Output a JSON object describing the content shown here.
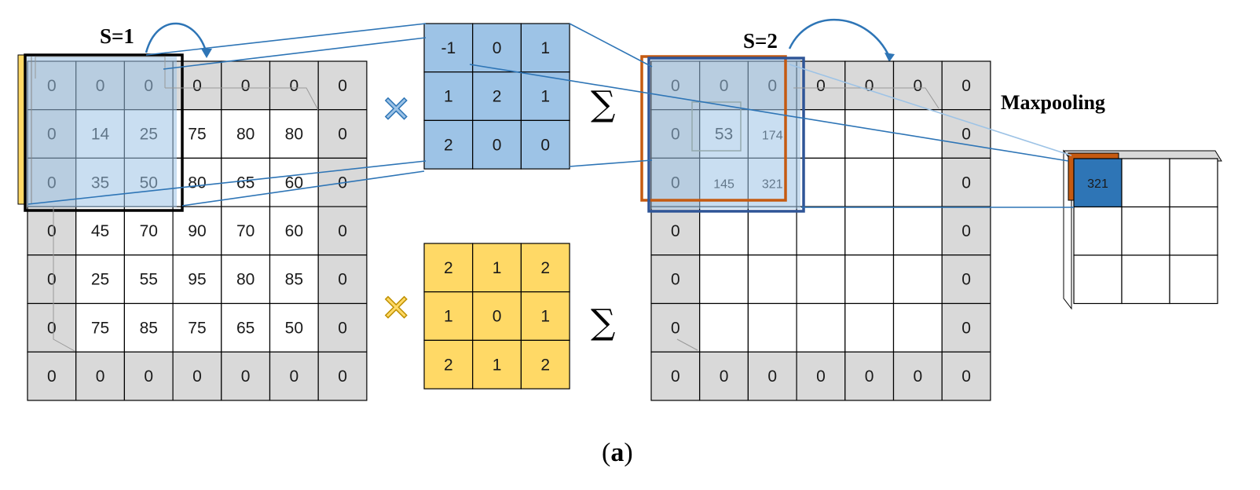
{
  "stride_labels": {
    "left": "S=1",
    "right": "S=2"
  },
  "maxpooling_label": "Maxpooling",
  "caption": {
    "open": "(",
    "letter": "a",
    "close": ")"
  },
  "sum_symbol": "∑",
  "multiply_symbol": "✕",
  "colors": {
    "blue_kernel": "#9DC3E6",
    "yellow_kernel": "#FFD966",
    "padding_gray": "#D9D9D9",
    "stride_blue": "#2E75B6",
    "stride_orange": "#C55A11",
    "grid_line": "#000000"
  },
  "input_matrix": [
    [
      "0",
      "0",
      "0",
      "0",
      "0",
      "0",
      "0"
    ],
    [
      "0",
      "14",
      "25",
      "75",
      "80",
      "80",
      "0"
    ],
    [
      "0",
      "35",
      "50",
      "80",
      "65",
      "60",
      "0"
    ],
    [
      "0",
      "45",
      "70",
      "90",
      "70",
      "60",
      "0"
    ],
    [
      "0",
      "25",
      "55",
      "95",
      "80",
      "85",
      "0"
    ],
    [
      "0",
      "75",
      "85",
      "75",
      "65",
      "50",
      "0"
    ],
    [
      "0",
      "0",
      "0",
      "0",
      "0",
      "0",
      "0"
    ]
  ],
  "blue_kernel": [
    [
      "-1",
      "0",
      "1"
    ],
    [
      "1",
      "2",
      "1"
    ],
    [
      "2",
      "0",
      "0"
    ]
  ],
  "yellow_kernel": [
    [
      "2",
      "1",
      "2"
    ],
    [
      "1",
      "0",
      "1"
    ],
    [
      "2",
      "1",
      "2"
    ]
  ],
  "output_matrix": [
    [
      "0",
      "0",
      "0",
      "0",
      "0",
      "0",
      "0"
    ],
    [
      "0",
      "53",
      "174",
      "",
      "",
      "",
      "0"
    ],
    [
      "0",
      "145",
      "321",
      "",
      "",
      "",
      "0"
    ],
    [
      "0",
      "",
      "",
      "",
      "",
      "",
      "0"
    ],
    [
      "0",
      "",
      "",
      "",
      "",
      "",
      "0"
    ],
    [
      "0",
      "",
      "",
      "",
      "",
      "",
      "0"
    ],
    [
      "0",
      "0",
      "0",
      "0",
      "0",
      "0",
      "0"
    ]
  ],
  "pooled_value": "321"
}
